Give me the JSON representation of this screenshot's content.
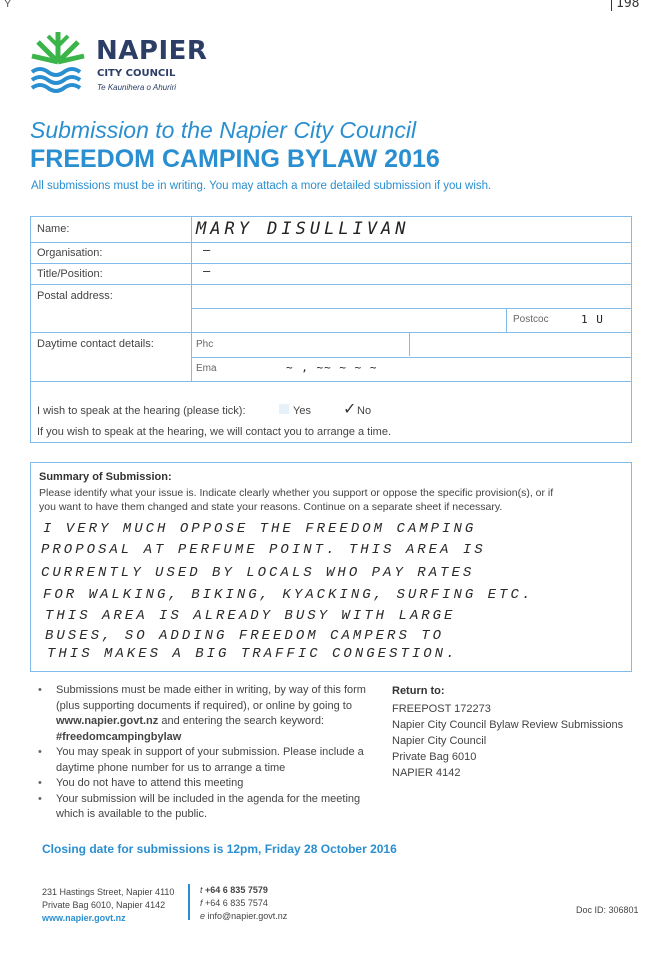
{
  "corner_mark": "198",
  "corner_tick": "Y",
  "logo": {
    "name": "NAPIER",
    "council": "CITY COUNCIL",
    "maori": "Te Kaunihera o Ahuriri"
  },
  "heading": {
    "line1": "Submission to the Napier City Council",
    "line2": "FREEDOM CAMPING BYLAW 2016",
    "instructions": "All submissions must be in writing.  You may attach a more detailed submission if you wish."
  },
  "form": {
    "name_label": "Name:",
    "name_value": "MARY DISULLIVAN",
    "organisation_label": "Organisation:",
    "organisation_value": "—",
    "title_label": "Title/Position:",
    "title_value": "—",
    "postal_label": "Postal address:",
    "postcode_label": "Postcoc",
    "postcode_value": "1 U",
    "contact_label": "Daytime contact details:",
    "phone_label": "Phc",
    "email_label": "Ema",
    "email_scribble": "~ , ~~ ~ ~ ~",
    "hearing_label": "I wish to speak at the hearing (please tick):",
    "yes_label": "Yes",
    "no_label": "No",
    "hearing_note": "If you wish to speak at the hearing, we will contact you to arrange a time."
  },
  "summary": {
    "title": "Summary of Submission:",
    "instructions_line1": "Please identify what your issue is. Indicate clearly whether you support or oppose the specific provision(s), or if",
    "instructions_line2": "you want to have them changed and state your reasons. Continue on a separate sheet if necessary.",
    "handwritten": [
      "I VERY MUCH OPPOSE THE FREEDOM CAMPING",
      "PROPOSAL AT PERFUME POINT. THIS AREA IS",
      "CURRENTLY USED BY LOCALS WHO PAY RATES",
      "FOR WALKING, BIKING, KYACKING, SURFING ETC.",
      "THIS AREA IS ALREADY BUSY WITH LARGE",
      "BUSES, SO ADDING FREEDOM CAMPERS TO",
      "THIS MAKES A BIG TRAFFIC CONGESTION."
    ]
  },
  "notes": {
    "b1_pre": "Submissions must be made either in writing, by way of this form (plus supporting documents if required), or online by going to ",
    "b1_url": "www.napier.govt.nz",
    "b1_mid": " and entering the search keyword: ",
    "b1_keyword": "#freedomcampingbylaw",
    "b2": "You may speak in support of your submission. Please include a daytime phone number for us to arrange a time",
    "b3": "You do not have to attend this meeting",
    "b4": "Your submission will be included in the agenda for the meeting which is available to the public."
  },
  "return_to": {
    "title": "Return to:",
    "lines": [
      "FREEPOST 172273",
      "Napier City Council Bylaw Review Submissions",
      "Napier City Council",
      "Private Bag 6010",
      "NAPIER 4142"
    ]
  },
  "closing": "Closing date for submissions is 12pm, Friday 28 October 2016",
  "footer": {
    "address1": "231 Hastings Street, Napier 4110",
    "address2": "Private Bag 6010, Napier 4142",
    "website": "www.napier.govt.nz",
    "phone_prefix": "t",
    "phone": "+64 6 835 7579",
    "fax_prefix": "f",
    "fax": "+64 6 835 7574",
    "email_prefix": "e",
    "email": "info@napier.govt.nz",
    "doc_id": "Doc ID: 306801"
  },
  "colors": {
    "brand_blue": "#2a8fd0",
    "logo_green": "#3bb54a",
    "navy": "#2c3e66",
    "line": "#7fbde8"
  }
}
